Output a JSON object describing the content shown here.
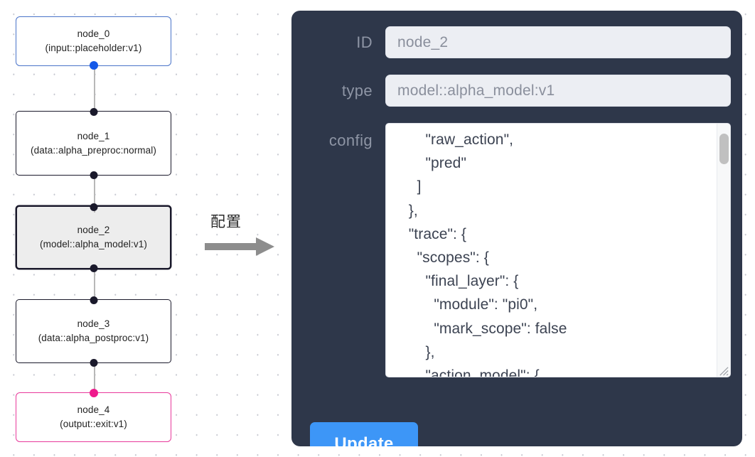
{
  "graph": {
    "nodes": [
      {
        "id": "node_0",
        "title": "node_0",
        "subtitle": "(input::placeholder:v1)",
        "kind": "input",
        "selected": false
      },
      {
        "id": "node_1",
        "title": "node_1",
        "subtitle": "(data::alpha_preproc:normal)",
        "kind": "default",
        "selected": false
      },
      {
        "id": "node_2",
        "title": "node_2",
        "subtitle": "(model::alpha_model:v1)",
        "kind": "default",
        "selected": true
      },
      {
        "id": "node_3",
        "title": "node_3",
        "subtitle": "(data::alpha_postproc:v1)",
        "kind": "default",
        "selected": false
      },
      {
        "id": "node_4",
        "title": "node_4",
        "subtitle": "(output::exit:v1)",
        "kind": "output",
        "selected": false
      }
    ],
    "colors": {
      "input_border": "#4a74c9",
      "output_border": "#e8399b",
      "node_border": "#1a192b",
      "selected_fill": "#ededed",
      "edge": "#b8b8b8",
      "handle": "#1a192b",
      "handle_input": "#1559e8",
      "handle_output": "#ef1a8d"
    }
  },
  "transition": {
    "label": "配置",
    "arrow_icon": "right-arrow-icon",
    "arrow_color": "#8d8d8d"
  },
  "panel": {
    "background": "#2e374a",
    "fields": [
      {
        "name": "id",
        "label": "ID",
        "value": "node_2"
      },
      {
        "name": "type",
        "label": "type",
        "value": "model::alpha_model:v1"
      }
    ],
    "config": {
      "label": "config",
      "value": "        \"raw_action\",\n        \"pred\"\n      ]\n    },\n    \"trace\": {\n      \"scopes\": {\n        \"final_layer\": {\n          \"module\": \"pi0\",\n          \"mark_scope\": false\n        },\n        \"action_model\": {",
      "scrollbar": "vertical-scrollbar",
      "resize_handle": "resize-grip-icon"
    },
    "update_button": {
      "label": "Update",
      "color": "#3d96f7"
    }
  }
}
